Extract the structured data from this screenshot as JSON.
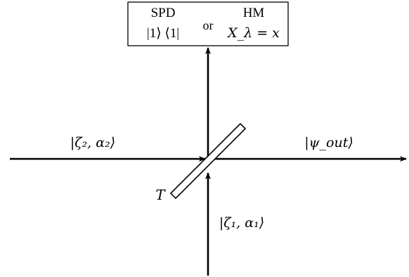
{
  "detector_box": {
    "spd_title": "SPD",
    "spd_formula": "|1⟩ ⟨1|",
    "or_label": "or",
    "hm_title": "HM",
    "hm_formula": "X_λ = x"
  },
  "input_mode_2": "|ζ₂, α₂⟩",
  "input_mode_1": "|ζ₁, α₁⟩",
  "output_mode": "|ψ_out⟩",
  "beam_splitter_label": "T",
  "colors": {
    "line": "#000000",
    "background": "#ffffff"
  }
}
